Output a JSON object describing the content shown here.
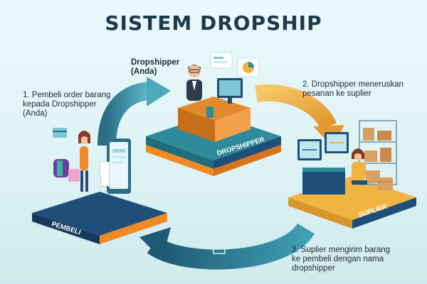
{
  "title": "SISTEM DROPSHIP",
  "nodes": {
    "pembeli": {
      "platform_label": "PEMBELI"
    },
    "dropshipper": {
      "heading": "Dropshipper\n(Anda)",
      "platform_label": "DROPSHIPPER"
    },
    "suplier": {
      "platform_label": "SUPLIER"
    }
  },
  "steps": [
    {
      "text": "1. Pembeli order barang\nkepada Dropshipper\n(Anda)"
    },
    {
      "text": "2. Dropshipper meneruskan\npesanan ke suplier"
    },
    {
      "text": "3. Suplier mengirim barang\nke pembeli dengan nama\ndropshipper"
    }
  ],
  "colors": {
    "teal": "#2e8b9a",
    "navy": "#1f4e79",
    "orange": "#f08a24",
    "gold": "#f2b441"
  }
}
